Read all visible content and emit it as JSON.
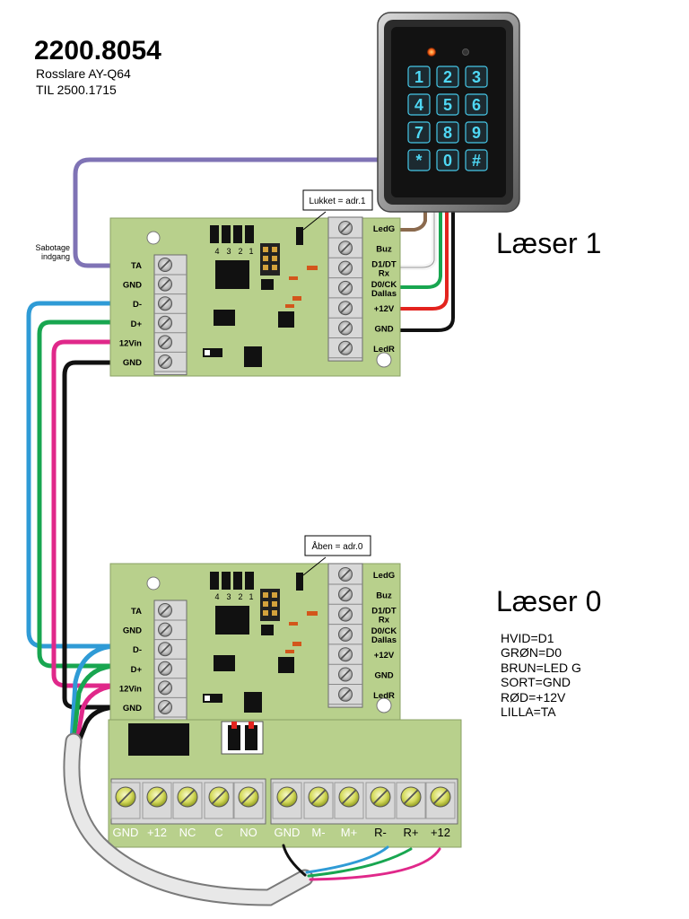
{
  "header": {
    "title": "2200.8054",
    "subtitle_1": "Rosslare AY-Q64",
    "subtitle_2": "TIL 2500.1715"
  },
  "keypad": {
    "keys": [
      "1",
      "2",
      "3",
      "4",
      "5",
      "6",
      "7",
      "8",
      "9",
      "*",
      "0",
      "#"
    ]
  },
  "tamper_label_1": "Sabotage",
  "tamper_label_2": "indgang",
  "reader1": {
    "title": "Læser 1",
    "callout": "Lukket = adr.1",
    "left_terminals": [
      "TA",
      "GND",
      "D-",
      "D+",
      "12Vin",
      "GND"
    ],
    "right_terminals": [
      "LedG",
      "Buz",
      "D1/DT\nRx",
      "D0/CK\nDallas",
      "+12V",
      "GND",
      "LedR"
    ],
    "jumper_numbers": [
      "4",
      "3",
      "2",
      "1"
    ]
  },
  "reader0": {
    "title": "Læser 0",
    "callout": "Åben = adr.0",
    "left_terminals": [
      "TA",
      "GND",
      "D-",
      "D+",
      "12Vin",
      "GND"
    ],
    "right_terminals": [
      "LedG",
      "Buz",
      "D1/DT\nRx",
      "D0/CK\nDallas",
      "+12V",
      "GND",
      "LedR"
    ],
    "jumper_numbers": [
      "4",
      "3",
      "2",
      "1"
    ]
  },
  "controller": {
    "terminals_left": [
      "GND",
      "+12",
      "NC",
      "C",
      "NO"
    ],
    "terminals_right": [
      "GND",
      "M-",
      "M+",
      "R-",
      "R+",
      "+12"
    ]
  },
  "legend": {
    "lines": [
      "HVID=D1",
      "GRØN=D0",
      "BRUN=LED G",
      "SORT=GND",
      "RØD=+12V",
      "LILLA=TA"
    ]
  },
  "colors": {
    "board": "#b8d08c",
    "purple": "#7f73b5",
    "blue": "#2f9bd6",
    "green": "#18a650",
    "magenta": "#e0288a",
    "black": "#111111",
    "red": "#e3231e",
    "brown": "#8b6a4e",
    "white_wire": "#f2f2f2"
  }
}
